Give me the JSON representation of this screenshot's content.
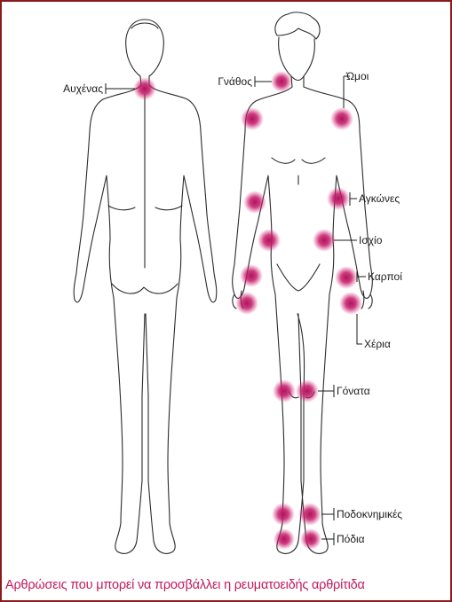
{
  "labels": {
    "neck": "Αυχένας",
    "jaw": "Γνάθος",
    "shoulders": "Ώμοι",
    "elbows": "Αγκώνες",
    "hip": "Ισχίο",
    "wrists": "Καρποί",
    "hands": "Χέρια",
    "knees": "Γόνατα",
    "ankles": "Ποδοκνημικές",
    "feet": "Πόδια"
  },
  "caption": "Αρθρώσεις που μπορεί να προσβάλλει η ρευματοειδής αρθρίτιδα",
  "colors": {
    "joint_highlight": "#b0145a",
    "caption": "#c2185b",
    "frame_border": "#8b1a1a",
    "outline": "#2b2b2b"
  }
}
